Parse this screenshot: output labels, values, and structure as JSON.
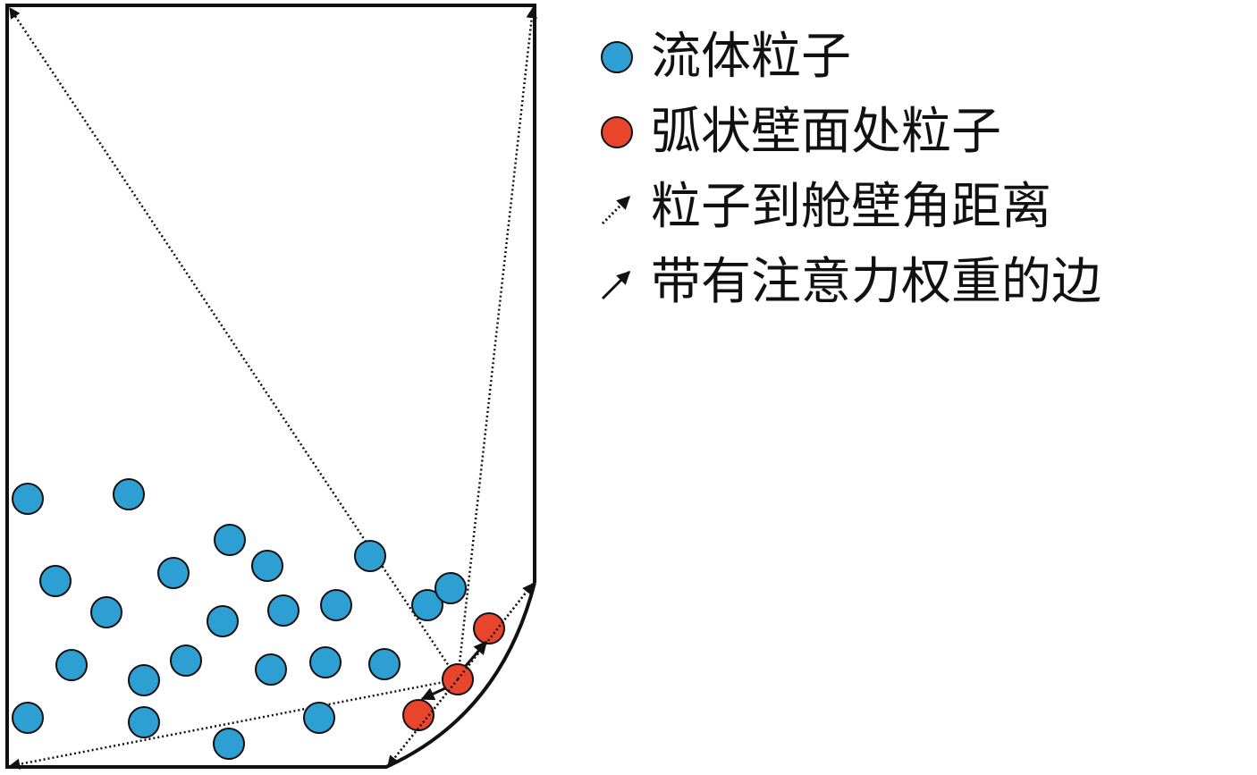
{
  "colors": {
    "fluid_particle": "#2e9fd3",
    "wall_particle": "#e8452c",
    "stroke": "#111111"
  },
  "legend": [
    {
      "label": "流体粒子",
      "marker": "blue-circle"
    },
    {
      "label": "弧状壁面处粒子",
      "marker": "red-circle"
    },
    {
      "label": "粒子到舱壁角距离",
      "marker": "dotted-arrow"
    },
    {
      "label": "带有注意力权重的边",
      "marker": "solid-arrow"
    }
  ]
}
